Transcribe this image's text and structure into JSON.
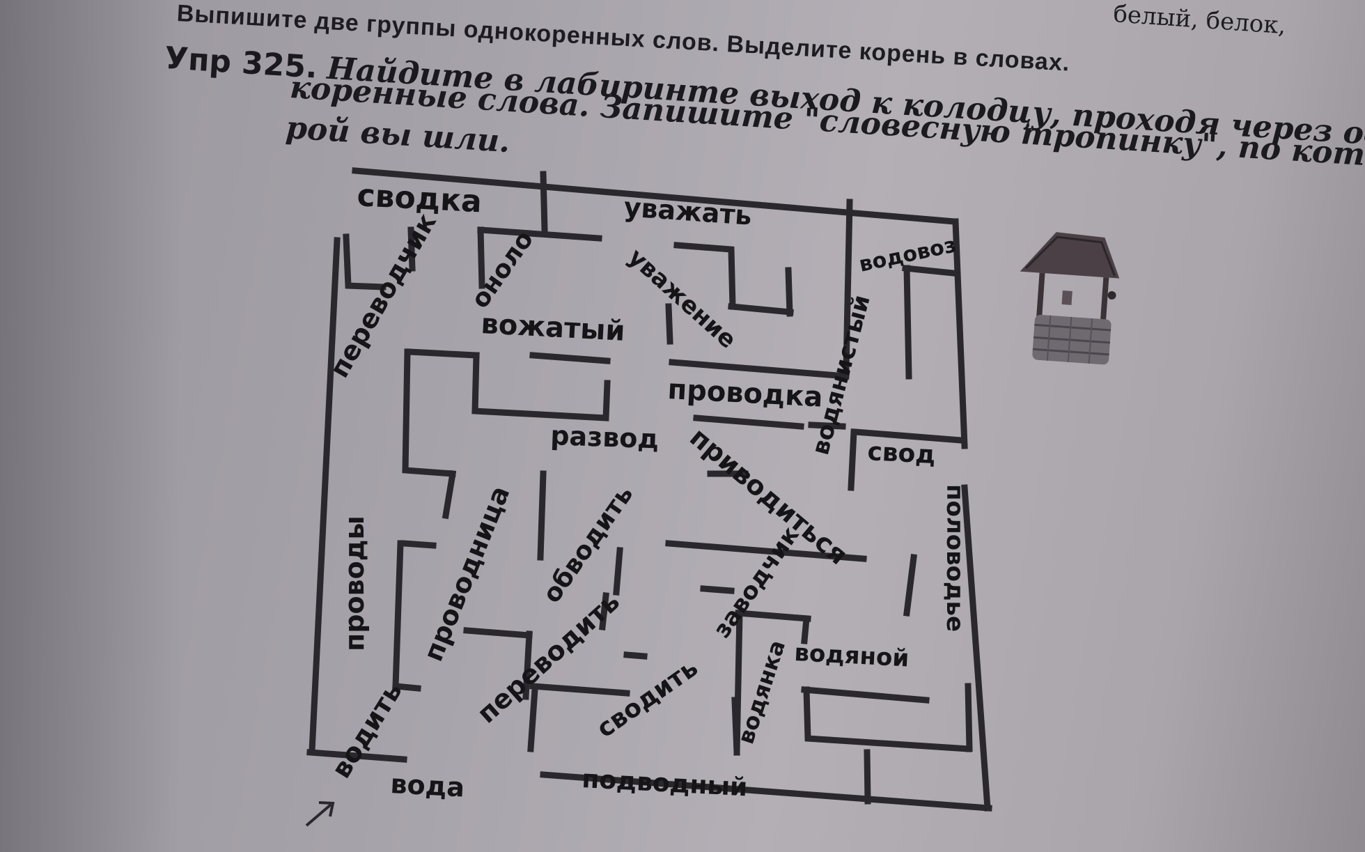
{
  "header": {
    "top_strip": "Выпишите две группы однокоренных слов. Выделите корень в словах.",
    "top_right": "белый, белок,",
    "exercise_number": "Упр 325.",
    "instruction_line1": "Найдите в лабиринте выход к колодцу, проходя через одно-",
    "instruction_line2": "коренные слова. Запишите \"словесную тропинку\", по кото-",
    "instruction_line3": "рой вы шли."
  },
  "maze_words": {
    "svodka": "сводка",
    "uvazhat": "уважать",
    "vodovoz": "водовоз",
    "perevodchik": "переводчик",
    "vozhatyi": "вожатый",
    "kolono": "оноло",
    "uvazhenie": "уважение",
    "vodyanistyi": "водянистый",
    "provodka": "проводка",
    "razvod": "развод",
    "privoditsya": "приводиться",
    "svod": "свод",
    "provodnitsa": "проводница",
    "obvodit": "обводить",
    "provody": "проводы",
    "polovodye": "половодье",
    "zavodchik": "заводчик",
    "vodyanoi": "водяной",
    "vodyanka": "водянка",
    "perevodit": "переводить",
    "svodit": "сводить",
    "vodit": "водить",
    "voda": "вода",
    "podvodnyi": "подводный"
  },
  "icons": {
    "well": "well-icon",
    "arrow": "start-arrow-icon"
  }
}
